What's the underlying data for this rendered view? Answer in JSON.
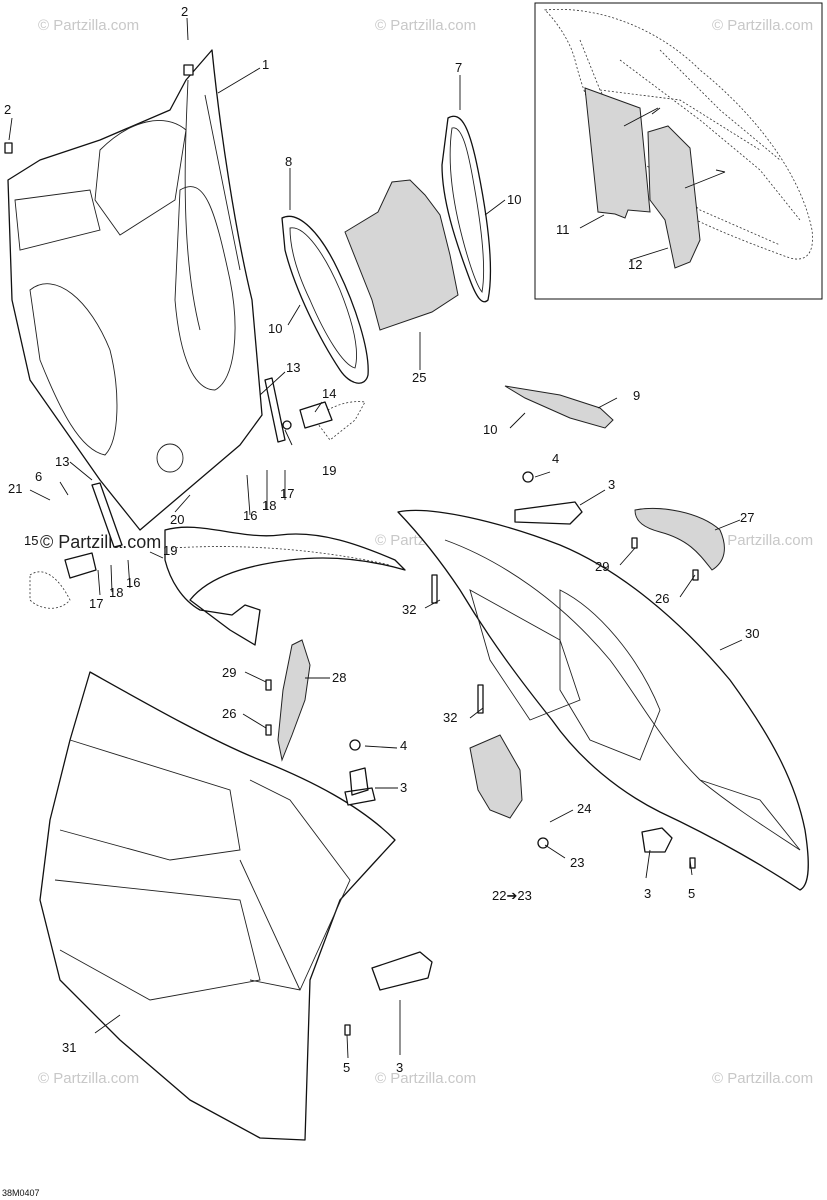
{
  "diagram_code": "38M0407",
  "watermark": "© Partzilla.com",
  "callouts": [
    {
      "id": "c2a",
      "label": "2"
    },
    {
      "id": "c1",
      "label": "1"
    },
    {
      "id": "c2b",
      "label": "2"
    },
    {
      "id": "c7",
      "label": "7"
    },
    {
      "id": "c8",
      "label": "8"
    },
    {
      "id": "c10a",
      "label": "10"
    },
    {
      "id": "c10b",
      "label": "10"
    },
    {
      "id": "c11",
      "label": "11"
    },
    {
      "id": "c12",
      "label": "12"
    },
    {
      "id": "c25",
      "label": "25"
    },
    {
      "id": "c13a",
      "label": "13"
    },
    {
      "id": "c14",
      "label": "14"
    },
    {
      "id": "c9",
      "label": "9"
    },
    {
      "id": "c10c",
      "label": "10"
    },
    {
      "id": "c19",
      "label": "19"
    },
    {
      "id": "c6",
      "label": "6"
    },
    {
      "id": "c13b",
      "label": "13"
    },
    {
      "id": "c21",
      "label": "21"
    },
    {
      "id": "c17a",
      "label": "17"
    },
    {
      "id": "c18a",
      "label": "18"
    },
    {
      "id": "c16a",
      "label": "16"
    },
    {
      "id": "c20",
      "label": "20"
    },
    {
      "id": "c4a",
      "label": "4"
    },
    {
      "id": "c3a",
      "label": "3"
    },
    {
      "id": "c27",
      "label": "27"
    },
    {
      "id": "c15",
      "label": "15"
    },
    {
      "id": "c19b",
      "label": "19"
    },
    {
      "id": "c17b",
      "label": "17"
    },
    {
      "id": "c18b",
      "label": "18"
    },
    {
      "id": "c16b",
      "label": "16"
    },
    {
      "id": "c29a",
      "label": "29"
    },
    {
      "id": "c26a",
      "label": "26"
    },
    {
      "id": "c32a",
      "label": "32"
    },
    {
      "id": "c30",
      "label": "30"
    },
    {
      "id": "c29b",
      "label": "29"
    },
    {
      "id": "c28",
      "label": "28"
    },
    {
      "id": "c26b",
      "label": "26"
    },
    {
      "id": "c32b",
      "label": "32"
    },
    {
      "id": "c4b",
      "label": "4"
    },
    {
      "id": "c3b",
      "label": "3"
    },
    {
      "id": "c24",
      "label": "24"
    },
    {
      "id": "c23",
      "label": "23"
    },
    {
      "id": "c2223",
      "label": "22➔23"
    },
    {
      "id": "c3c",
      "label": "3"
    },
    {
      "id": "c5a",
      "label": "5"
    },
    {
      "id": "c31",
      "label": "31"
    },
    {
      "id": "c5b",
      "label": "5"
    },
    {
      "id": "c3d",
      "label": "3"
    }
  ]
}
